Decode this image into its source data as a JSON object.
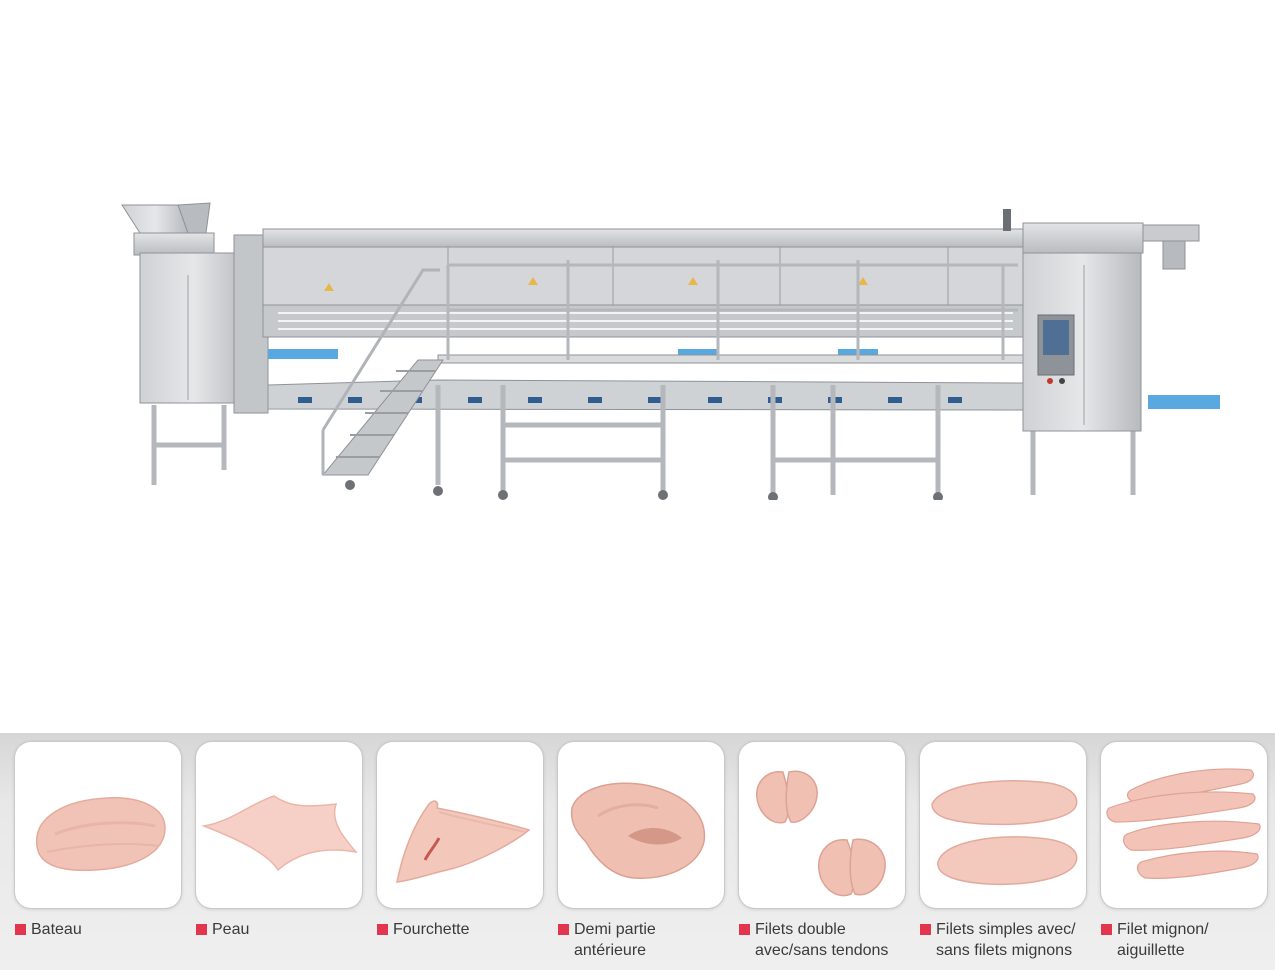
{
  "colors": {
    "bullet": "#e2364f",
    "steel": "#c8cacd",
    "steel_dark": "#9a9da1",
    "belt_blue": "#5aa8e0",
    "meat": "#f4c4b8"
  },
  "machine": {
    "icon": "deboning-line-machine-illustration"
  },
  "products": [
    {
      "label": "Bateau",
      "icon": "butterfly-breast-icon"
    },
    {
      "label": "Peau",
      "icon": "breast-skin-icon"
    },
    {
      "label": "Fourchette",
      "icon": "wishbone-cut-icon"
    },
    {
      "label": "Demi partie\nantérieure",
      "icon": "front-half-icon"
    },
    {
      "label": "Filets double\navec/sans tendons",
      "icon": "double-fillet-icon"
    },
    {
      "label": "Filets simples avec/\nsans filets mignons",
      "icon": "single-fillet-icon"
    },
    {
      "label": "Filet mignon/\naiguillette",
      "icon": "inner-fillet-icon"
    }
  ]
}
